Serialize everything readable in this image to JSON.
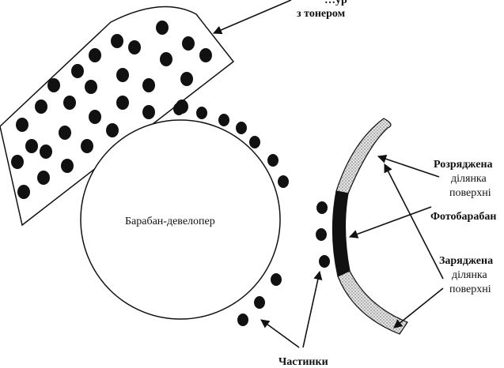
{
  "labels": {
    "toner_hopper_line1": "…ур",
    "toner_hopper_line2": "з тонером",
    "developer_drum": "Барабан-девелопер",
    "discharged_line1": "Розряджена",
    "discharged_line2": "ділянка",
    "discharged_line3": "поверхні",
    "photodrum": "Фотобарабан",
    "charged_line1": "Заряджена",
    "charged_line2": "ділянка",
    "charged_line3": "поверхні",
    "particles": "Частинки"
  },
  "colors": {
    "ink": "#111111",
    "background": "#ffffff",
    "charged_fill": "#cfcfcf"
  }
}
